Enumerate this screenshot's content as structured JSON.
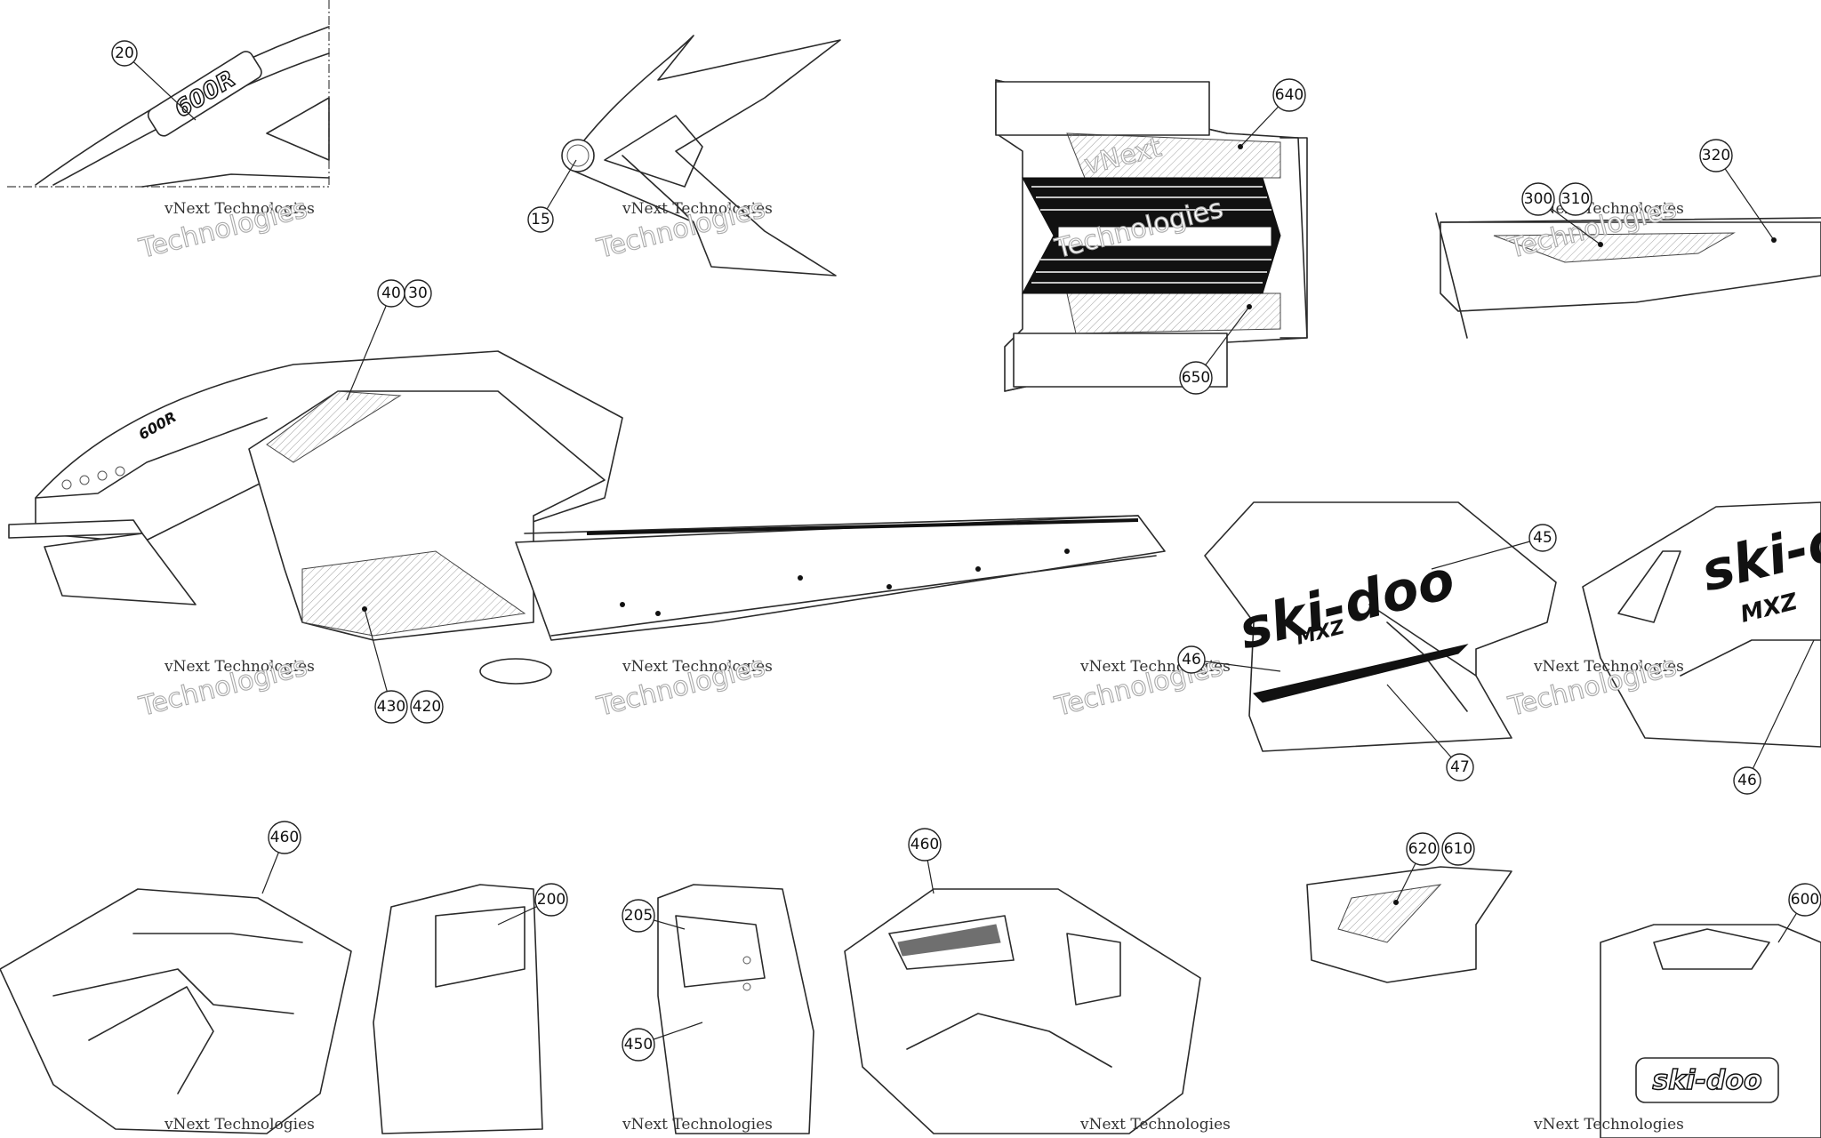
{
  "watermark": {
    "line1": "vNext",
    "line2": "Technologies",
    "full": "vNext Technologies"
  },
  "branding": {
    "logo_main": "ski-doo",
    "logo_model": "MXZ",
    "model_badge": "600R"
  },
  "callouts": [
    "20",
    "15",
    "640",
    "650",
    "320",
    "300",
    "310",
    "40",
    "30",
    "430",
    "420",
    "45",
    "46",
    "47",
    "46",
    "460",
    "200",
    "205",
    "450",
    "460",
    "620",
    "610",
    "600"
  ]
}
